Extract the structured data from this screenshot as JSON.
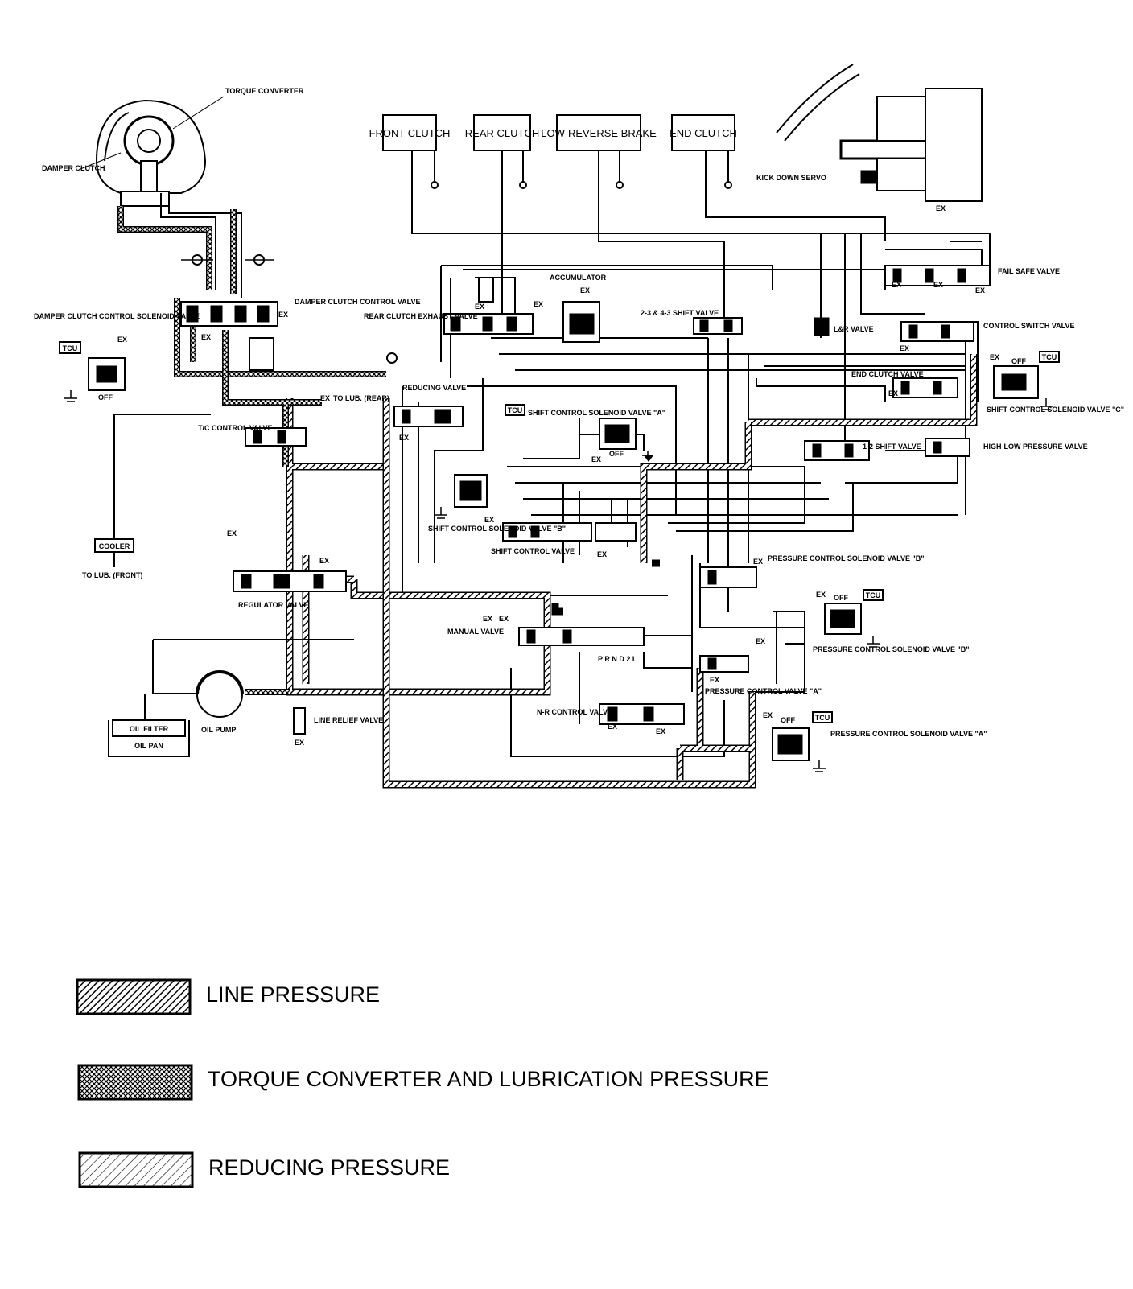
{
  "components": {
    "torque_converter": "TORQUE CONVERTER",
    "damper_clutch": "DAMPER CLUTCH",
    "front_clutch": "FRONT CLUTCH",
    "rear_clutch": "REAR CLUTCH",
    "low_reverse_brake": "LOW-REVERSE BRAKE",
    "end_clutch": "END CLUTCH",
    "kick_down_servo": "KICK DOWN SERVO",
    "accumulator": "ACCUMULATOR",
    "fail_safe_valve": "FAIL SAFE VALVE",
    "damper_clutch_control_solenoid": "DAMPER CLUTCH CONTROL SOLENOID VALVE",
    "damper_clutch_control_valve": "DAMPER CLUTCH CONTROL VALVE",
    "rear_clutch_exhaust_valve": "REAR CLUTCH EXHAUST VALVE",
    "shift_23_43": "2-3 & 4-3 SHIFT VALVE",
    "lr_valve": "L&R VALVE",
    "control_switch_valve": "CONTROL SWITCH VALVE",
    "end_clutch_valve": "END CLUTCH VALVE",
    "reducing_valve": "REDUCING VALVE",
    "to_lub_rear": "TO LUB. (REAR)",
    "tc_control_valve": "T/C CONTROL VALVE",
    "shift_control_solenoid_a": "SHIFT CONTROL SOLENOID VALVE \"A\"",
    "shift_control_solenoid_b": "SHIFT CONTROL SOLENOID VALVE \"B\"",
    "shift_control_solenoid_c": "SHIFT CONTROL SOLENOID VALVE \"C\"",
    "shift_control_valve": "SHIFT CONTROL VALVE",
    "shift_12": "1-2 SHIFT VALVE",
    "high_low_pressure_valve": "HIGH-LOW PRESSURE VALVE",
    "cooler": "COOLER",
    "to_lub_front": "TO LUB. (FRONT)",
    "regulator_valve": "REGULATOR VALVE",
    "pressure_control_solenoid_b_top": "PRESSURE CONTROL SOLENOID VALVE \"B\"",
    "pressure_control_solenoid_b": "PRESSURE CONTROL SOLENOID VALVE \"B\"",
    "manual_valve": "MANUAL VALVE",
    "shift_positions": "P R N D 2 L",
    "pressure_control_valve_a": "PRESSURE CONTROL VALVE \"A\"",
    "nr_control_valve": "N-R CONTROL VALVE",
    "pressure_control_solenoid_a": "PRESSURE CONTROL SOLENOID VALVE \"A\"",
    "oil_filter": "OIL FILTER",
    "oil_pan": "OIL PAN",
    "oil_pump": "OIL PUMP",
    "line_relief_valve": "LINE RELIEF VALVE"
  },
  "markers": {
    "ex": "EX",
    "off": "OFF",
    "tcu": "TCU"
  },
  "legend": [
    {
      "label": "LINE PRESSURE",
      "pattern": "single-hatch-bold"
    },
    {
      "label": "TORQUE CONVERTER AND LUBRICATION PRESSURE",
      "pattern": "cross-hatch"
    },
    {
      "label": "REDUCING PRESSURE",
      "pattern": "single-hatch-thin"
    }
  ],
  "colors": {
    "ink": "#000000",
    "paper": "#ffffff"
  }
}
